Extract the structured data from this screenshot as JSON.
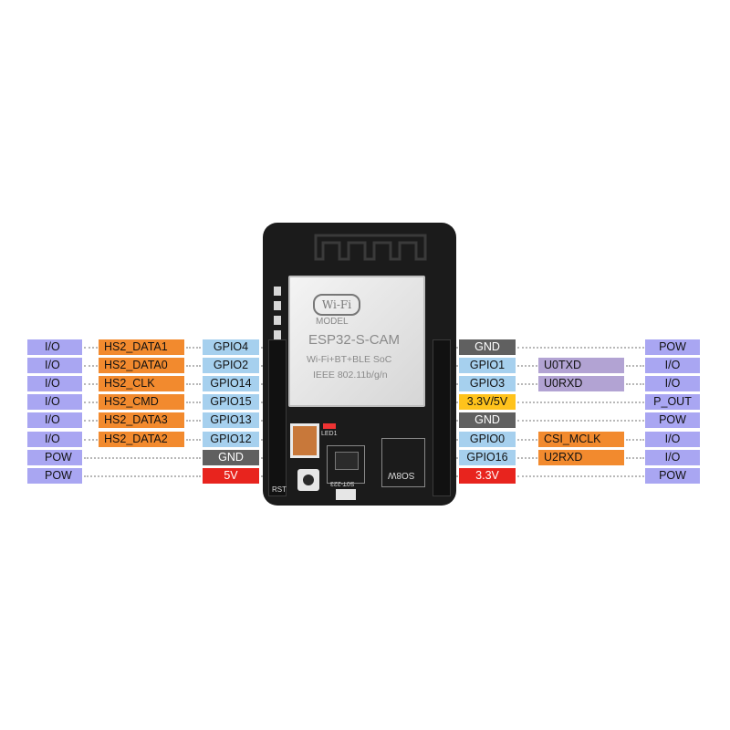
{
  "left_pins": [
    {
      "func": "I/O",
      "alt": "HS2_DATA1",
      "gpio": "GPIO4"
    },
    {
      "func": "I/O",
      "alt": "HS2_DATA0",
      "gpio": "GPIO2"
    },
    {
      "func": "I/O",
      "alt": "HS2_CLK",
      "gpio": "GPIO14"
    },
    {
      "func": "I/O",
      "alt": "HS2_CMD",
      "gpio": "GPIO15"
    },
    {
      "func": "I/O",
      "alt": "HS2_DATA3",
      "gpio": "GPIO13"
    },
    {
      "func": "I/O",
      "alt": "HS2_DATA2",
      "gpio": "GPIO12"
    },
    {
      "func": "POW",
      "alt": "",
      "gpio": "GND"
    },
    {
      "func": "POW",
      "alt": "",
      "gpio": "5V"
    }
  ],
  "right_pins": [
    {
      "gpio": "GND",
      "alt": "",
      "func": "POW"
    },
    {
      "gpio": "GPIO1",
      "alt": "U0TXD",
      "func": "I/O"
    },
    {
      "gpio": "GPIO3",
      "alt": "U0RXD",
      "func": "I/O"
    },
    {
      "gpio": "3.3V/5V",
      "alt": "",
      "func": "P_OUT"
    },
    {
      "gpio": "GND",
      "alt": "",
      "func": "POW"
    },
    {
      "gpio": "GPIO0",
      "alt": "CSI_MCLK",
      "func": "I/O"
    },
    {
      "gpio": "GPIO16",
      "alt": "U2RXD",
      "func": "I/O"
    },
    {
      "gpio": "3.3V",
      "alt": "",
      "func": "POW"
    }
  ],
  "board": {
    "wifi_logo": "Wi-Fi",
    "model_label": "MODEL",
    "model_name": "ESP32-S-CAM",
    "protocols": "Wi-Fi+BT+BLE SoC",
    "standard": "IEEE 802.11b/g/n",
    "rst_label": "RST",
    "led_label": "LED1",
    "small_chip": "S0T-223",
    "s08_label": "SO8W"
  },
  "colors": {
    "function": "#a9a6f2",
    "alternate": "#f28a2e",
    "gpio": "#a6d0ee",
    "ground": "#606060",
    "power_5v": "#e8241e",
    "power_3v3": "#e8241e",
    "power_switch": "#ffc31c",
    "uart": "#b2a3d3",
    "board": "#1b1b1b"
  }
}
